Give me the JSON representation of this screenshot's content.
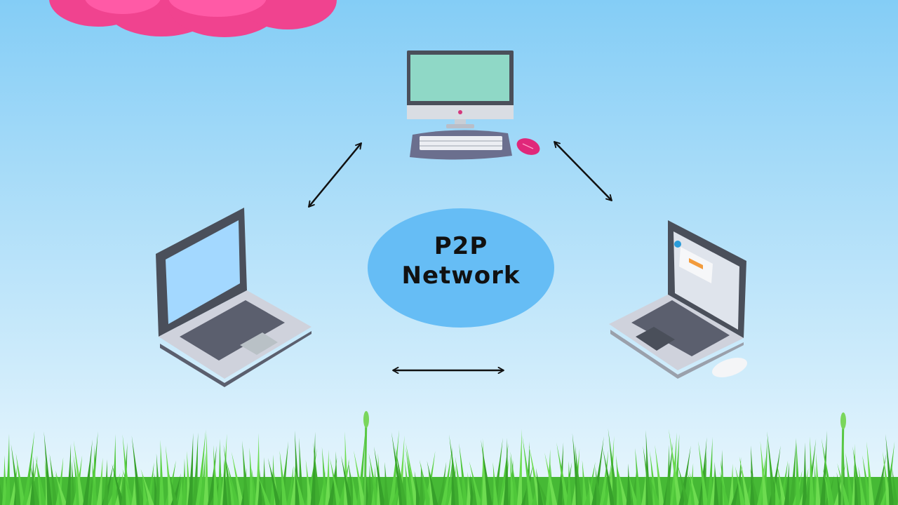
{
  "hub": {
    "line1": "P2P",
    "line2": "Network"
  },
  "nodes": [
    {
      "name": "desktop-computer",
      "icon": "desktop-monitor-icon"
    },
    {
      "name": "laptop-left",
      "icon": "laptop-icon"
    },
    {
      "name": "laptop-right",
      "icon": "laptop-icon"
    }
  ],
  "links": [
    {
      "from": "laptop-left",
      "to": "desktop-computer",
      "bidirectional": true
    },
    {
      "from": "desktop-computer",
      "to": "laptop-right",
      "bidirectional": true
    },
    {
      "from": "laptop-left",
      "to": "laptop-right",
      "bidirectional": true
    }
  ],
  "colors": {
    "sky_top": "#84cdf6",
    "sky_bottom": "#e8f6fd",
    "hub_fill": "#66bdf5",
    "cloud": "#f0438f",
    "grass": "#4fc73a",
    "arrow": "#111111"
  }
}
